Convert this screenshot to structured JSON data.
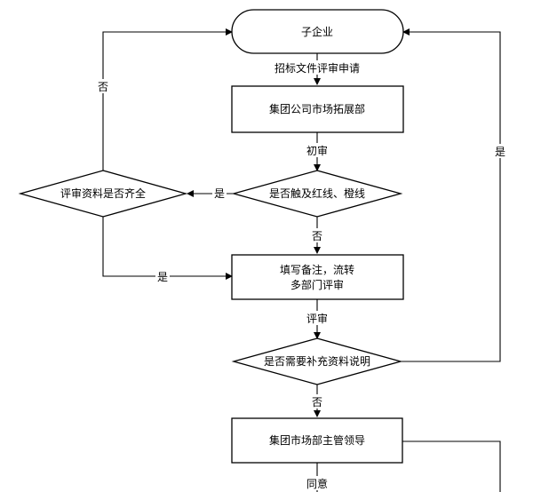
{
  "nodes": {
    "subsidiary": "子企业",
    "marketing_dept": "集团公司市场拓展部",
    "touch_line_check": "是否触及红线、橙线",
    "docs_complete_check": "评审资料是否齐全",
    "fill_remarks_line1": "填写备注，流转",
    "fill_remarks_line2": "多部门评审",
    "need_supplement_check": "是否需要补充资料说明",
    "dept_leader": "集团市场部主管领导"
  },
  "edge_labels": {
    "bid_application": "招标文件评审申请",
    "initial_review": "初审",
    "touch_yes": "是",
    "touch_no": "否",
    "docs_incomplete": "否",
    "docs_complete": "是",
    "review": "评审",
    "supplement_yes": "是",
    "supplement_no": "否",
    "agree": "同意"
  }
}
